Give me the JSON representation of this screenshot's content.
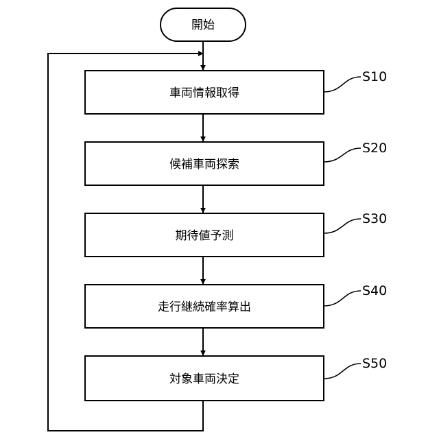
{
  "start": {
    "label": "開始"
  },
  "steps": [
    {
      "id": "S10",
      "label": "車両情報取得"
    },
    {
      "id": "S20",
      "label": "候補車両探索"
    },
    {
      "id": "S30",
      "label": "期待値予測"
    },
    {
      "id": "S40",
      "label": "走行継続確率算出"
    },
    {
      "id": "S50",
      "label": "対象車両決定"
    }
  ],
  "colors": {
    "stroke": "#000000",
    "fill": "#ffffff"
  }
}
